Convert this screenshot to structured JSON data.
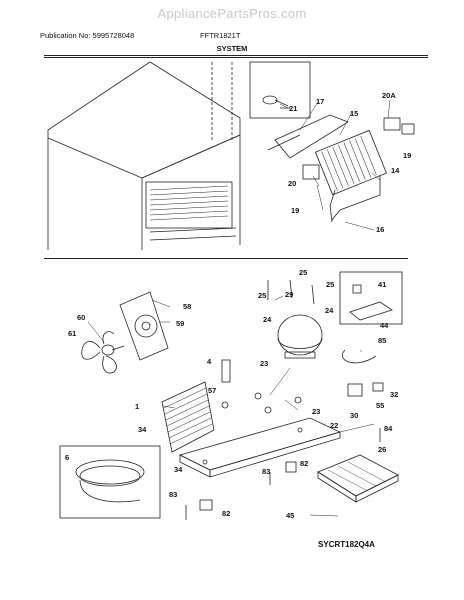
{
  "header": {
    "watermark": "AppliancePartsPros.com",
    "publication": "Publication No: 5995728048",
    "model": "FFTR1821T",
    "section": "SYSTEM"
  },
  "diagram": {
    "code": "SYCRT182Q4A",
    "callouts": {
      "c21": "21",
      "c17": "17",
      "c15": "15",
      "c20a": "20A",
      "c19a": "19",
      "c20": "20",
      "c19b": "19",
      "c14": "14",
      "c16": "16",
      "c25a": "25",
      "c25b": "25",
      "c25c": "25",
      "c29": "29",
      "c24a": "24",
      "c24b": "24",
      "c41": "41",
      "c44": "44",
      "c58": "58",
      "c59": "59",
      "c60": "60",
      "c61": "61",
      "c85": "85",
      "c4": "4",
      "c57": "57",
      "c23a": "23",
      "c23b": "23",
      "c1": "1",
      "c30": "30",
      "c55": "55",
      "c32": "32",
      "c22": "22",
      "c84": "84",
      "c26": "26",
      "c34a": "34",
      "c34b": "34",
      "c6": "6",
      "c82a": "82",
      "c82b": "82",
      "c83a": "83",
      "c83b": "83",
      "c45": "45"
    }
  }
}
